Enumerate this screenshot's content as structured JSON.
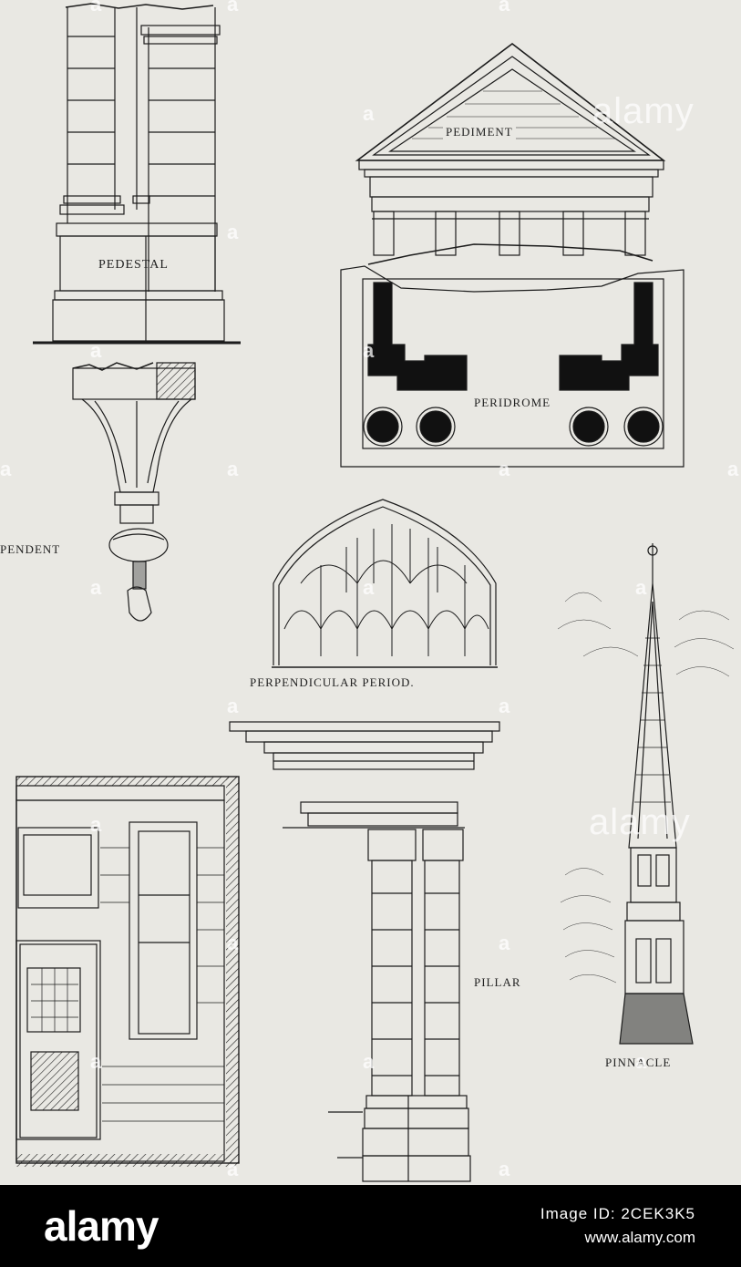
{
  "labels": {
    "pedestal": "PEDESTAL",
    "pediment": "PEDIMENT",
    "peridrome": "PERIDROME",
    "pendent": "PENDENT",
    "perpendicular": "PERPENDICULAR PERIOD.",
    "pillar": "PILLAR",
    "pinnacle": "PINNACLE"
  },
  "watermark": {
    "letter": "a",
    "text": "alamy"
  },
  "footer": {
    "brand": "alamy",
    "image_id": "Image ID: 2CEK3K5",
    "site": "www.alamy.com"
  },
  "colors": {
    "paper": "#e9e8e3",
    "ink": "#1c1c1c",
    "footer_bg": "#000000",
    "footer_text": "#ffffff"
  }
}
